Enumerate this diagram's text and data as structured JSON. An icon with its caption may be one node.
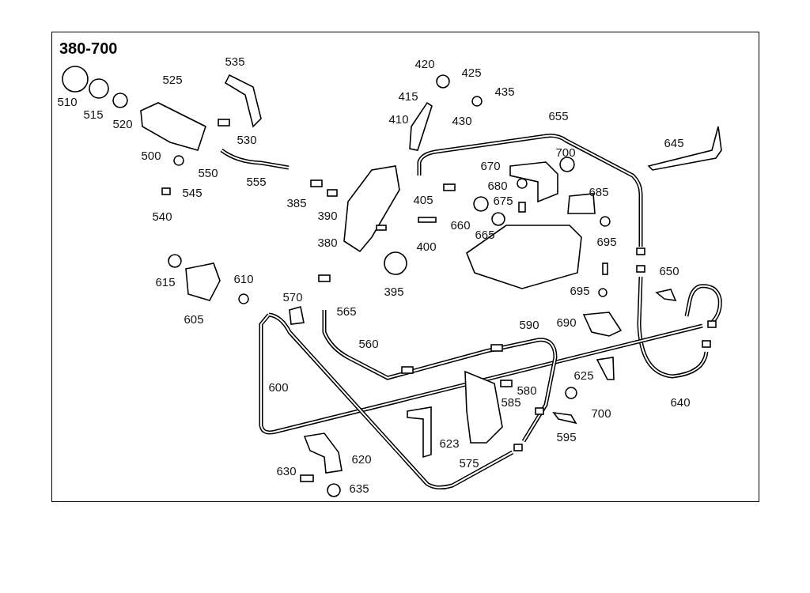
{
  "diagram": {
    "title": "380-700",
    "labels": [
      "535",
      "420",
      "425",
      "525",
      "415",
      "435",
      "510",
      "515",
      "520",
      "410",
      "430",
      "655",
      "530",
      "645",
      "700",
      "500",
      "670",
      "550",
      "680",
      "555",
      "545",
      "385",
      "405",
      "675",
      "685",
      "540",
      "390",
      "660",
      "665",
      "695",
      "400",
      "380",
      "650",
      "615",
      "610",
      "395",
      "695",
      "570",
      "565",
      "605",
      "590",
      "690",
      "560",
      "625",
      "600",
      "580",
      "585",
      "700",
      "640",
      "595",
      "623",
      "620",
      "575",
      "630",
      "635"
    ]
  }
}
